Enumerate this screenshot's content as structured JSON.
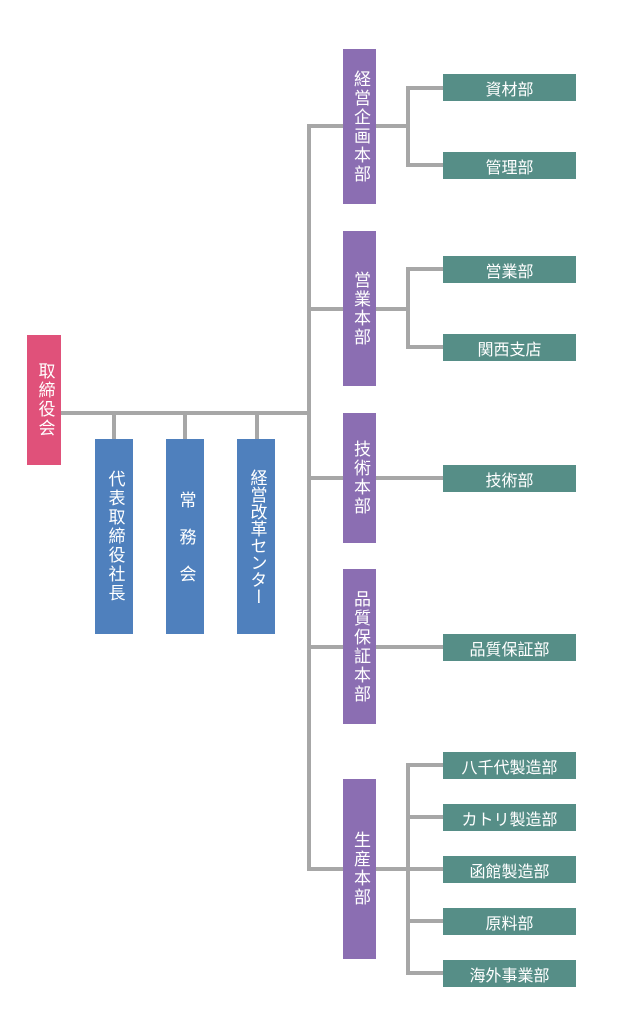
{
  "colors": {
    "board": "#e0517a",
    "executive": "#4f80bd",
    "division": "#8b6eb2",
    "department": "#568e87",
    "connector": "#a7a7a7",
    "text": "#ffffff"
  },
  "board": {
    "label": "取締役会"
  },
  "executives": [
    {
      "label": "代表取締役社長"
    },
    {
      "label": "常 務 会"
    },
    {
      "label": "経営改革センター"
    }
  ],
  "divisions": [
    {
      "label": "経営企画本部",
      "departments": [
        "資材部",
        "管理部"
      ]
    },
    {
      "label": "営業本部",
      "departments": [
        "営業部",
        "関西支店"
      ]
    },
    {
      "label": "技術本部",
      "departments": [
        "技術部"
      ]
    },
    {
      "label": "品質保証本部",
      "departments": [
        "品質保証部"
      ]
    },
    {
      "label": "生産本部",
      "departments": [
        "八千代製造部",
        "カトリ製造部",
        "函館製造部",
        "原料部",
        "海外事業部"
      ]
    }
  ]
}
